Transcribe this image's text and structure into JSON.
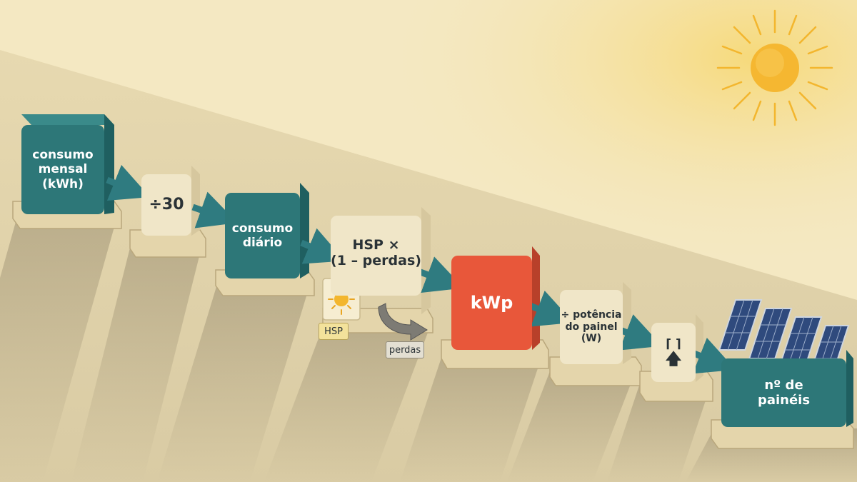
{
  "blocks": {
    "consumo_mensal": "consumo\nmensal\n(kWh)",
    "div30": "÷30",
    "consumo_diario": "consumo\ndiário",
    "hsp_perdas": "HSP ×\n(1 – perdas)",
    "kwp": "kWp",
    "potencia_painel": "÷ potência\ndo painel\n(W)",
    "ceiling": "⌈ ⌉",
    "n_paineis": "nº de\npainéis"
  },
  "tags": {
    "hsp": "HSP",
    "perdas": "perdas"
  },
  "colors": {
    "teal": "#2d7778",
    "beige": "#f0e6c8",
    "orange": "#e8573a",
    "arrow": "#2f7b80",
    "sun": "#f3b62e"
  },
  "icons": [
    "sun-icon",
    "arrow-right-icon",
    "arrow-up-icon",
    "curved-arrow-icon",
    "solar-panel-icon"
  ]
}
